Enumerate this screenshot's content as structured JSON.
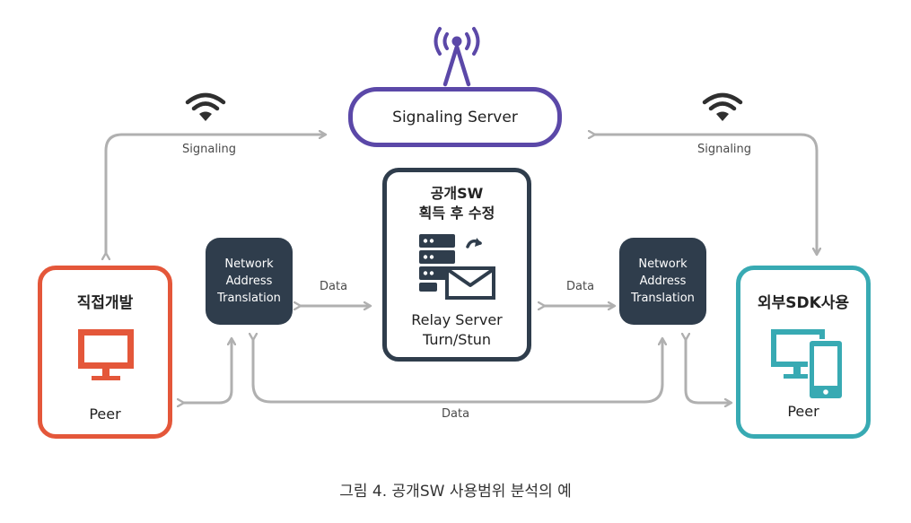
{
  "signaling_server": {
    "label": "Signaling Server"
  },
  "relay": {
    "title_line1": "공개SW",
    "title_line2": "획득 후 수정",
    "label_line1": "Relay Server",
    "label_line2": "Turn/Stun"
  },
  "left_peer": {
    "title": "직접개발",
    "label": "Peer"
  },
  "right_peer": {
    "title": "외부SDK사용",
    "label": "Peer"
  },
  "nat_left": {
    "line1": "Network",
    "line2": "Address",
    "line3": "Translation"
  },
  "nat_right": {
    "line1": "Network",
    "line2": "Address",
    "line3": "Translation"
  },
  "edge_labels": {
    "signaling_left": "Signaling",
    "signaling_right": "Signaling",
    "data_left": "Data",
    "data_right": "Data",
    "data_bottom": "Data"
  },
  "caption": "그림 4. 공개SW 사용범위 분석의 예",
  "colors": {
    "signaling_border": "#5b48a8",
    "left_peer_border": "#e4573a",
    "right_peer_border": "#38aab3",
    "relay_border": "#2f3d4c",
    "nat_fill": "#2f3d4c",
    "arrow": "#b0b0b0"
  },
  "icons": [
    "antenna-icon",
    "wifi-icon",
    "server-icon",
    "envelope-icon",
    "monitor-icon",
    "tablet-icon"
  ]
}
